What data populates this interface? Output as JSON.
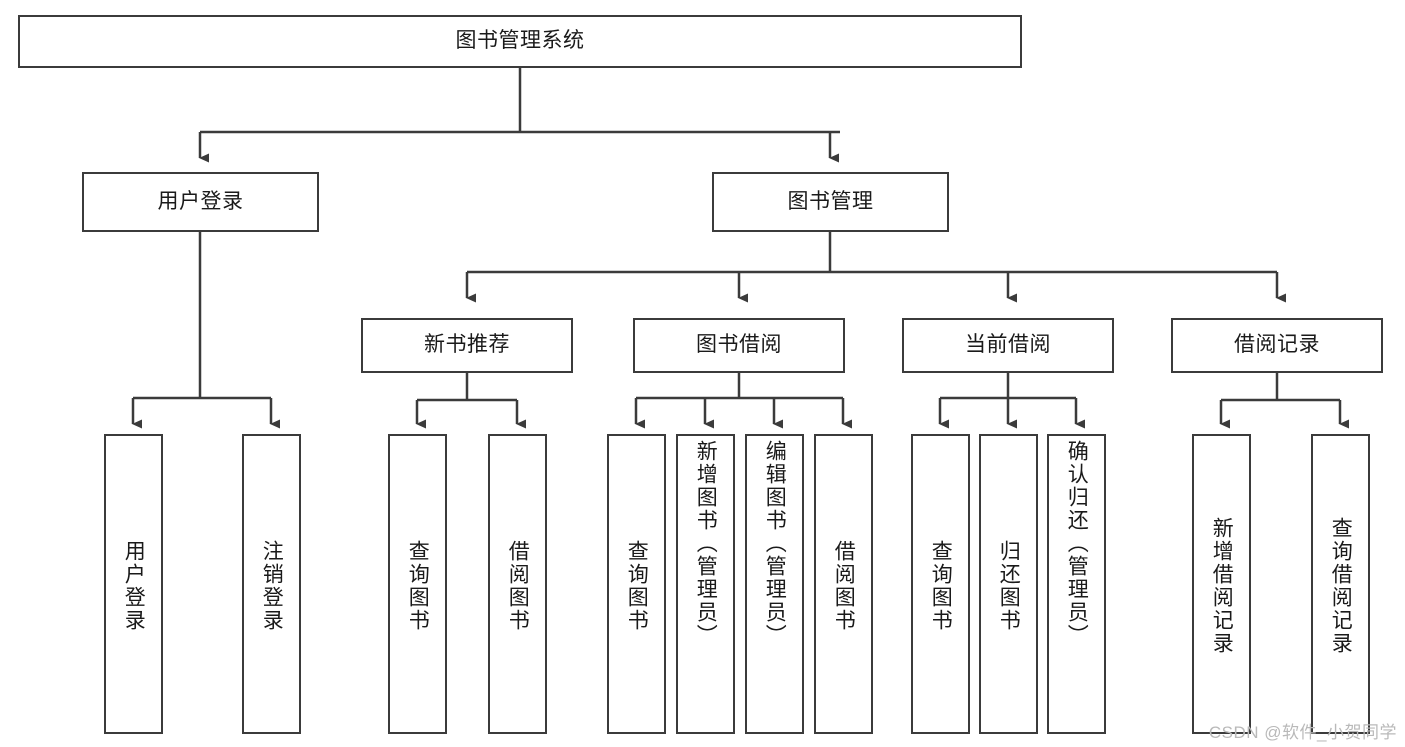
{
  "diagram": {
    "title": "图书管理系统",
    "type": "tree",
    "watermark": "CSDN @软件_小贺同学",
    "colors": {
      "border": "#3b3b3b",
      "background": "#ffffff",
      "text": "#1a1a1a",
      "watermark": "#b9b9b9"
    },
    "nodes": {
      "root": {
        "label": "图书管理系统"
      },
      "level2": [
        {
          "label": "用户登录"
        },
        {
          "label": "图书管理"
        }
      ],
      "level3": [
        {
          "label": "新书推荐"
        },
        {
          "label": "图书借阅"
        },
        {
          "label": "当前借阅"
        },
        {
          "label": "借阅记录"
        }
      ],
      "leaves_user_login": [
        {
          "label": "用户登录"
        },
        {
          "label": "注销登录"
        }
      ],
      "leaves_new_books": [
        {
          "label": "查询图书"
        },
        {
          "label": "借阅图书"
        }
      ],
      "leaves_borrow": [
        {
          "label": "查询图书"
        },
        {
          "label": "新增图书（管理员）"
        },
        {
          "label": "编辑图书（管理员）"
        },
        {
          "label": "借阅图书"
        }
      ],
      "leaves_current": [
        {
          "label": "查询图书"
        },
        {
          "label": "归还图书"
        },
        {
          "label": "确认归还（管理员）"
        }
      ],
      "leaves_records": [
        {
          "label": "新增借阅记录"
        },
        {
          "label": "查询借阅记录"
        }
      ]
    }
  }
}
